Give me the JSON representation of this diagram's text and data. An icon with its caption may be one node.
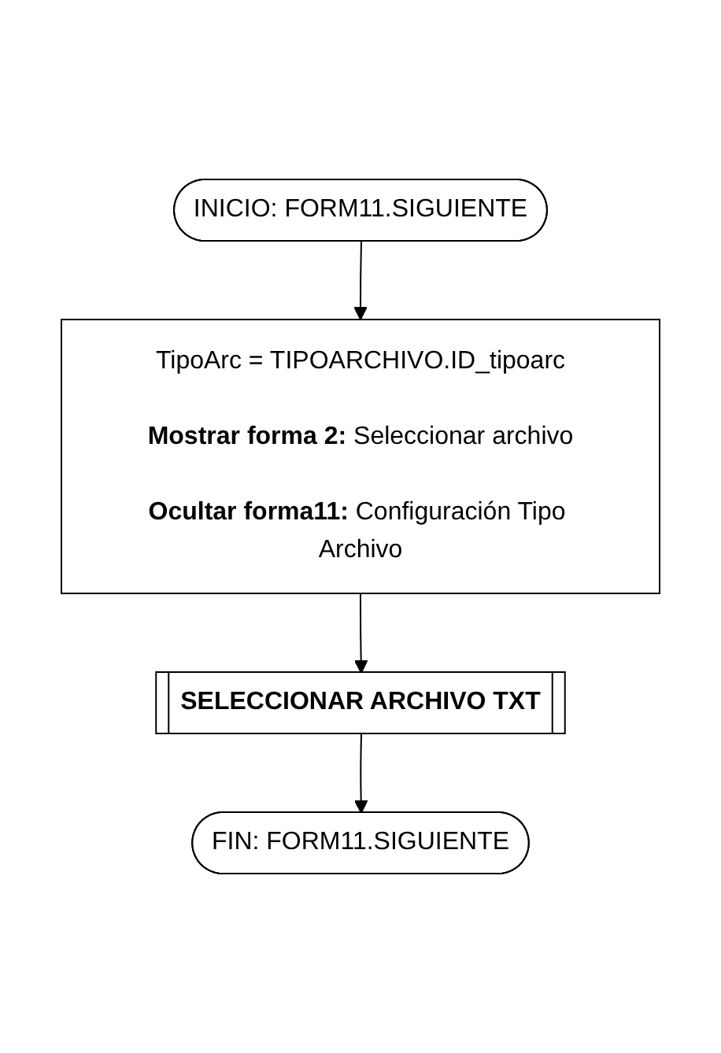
{
  "diagram": {
    "nodes": [
      {
        "text": [
          "INICIO: FORM11.SIGUIENTE"
        ]
      },
      {
        "text": [
          "TipoArc = TIPOARCHIVO.ID_tipoarc",
          "**Mostrar forma 2:** Seleccionar archivo",
          "**Ocultar forma11:** Configuración Tipo Archivo"
        ]
      },
      {
        "text": [
          "SELECCIONAR ARCHIVO TXT"
        ]
      },
      {
        "text": [
          "FIN: FORM11.SIGUIENTE"
        ]
      }
    ],
    "edges": [
      {
        "from": 0,
        "to": 1,
        "arrow": "to"
      },
      {
        "from": 1,
        "to": 2,
        "arrow": "to"
      },
      {
        "from": 2,
        "to": 3,
        "arrow": "to"
      }
    ]
  }
}
